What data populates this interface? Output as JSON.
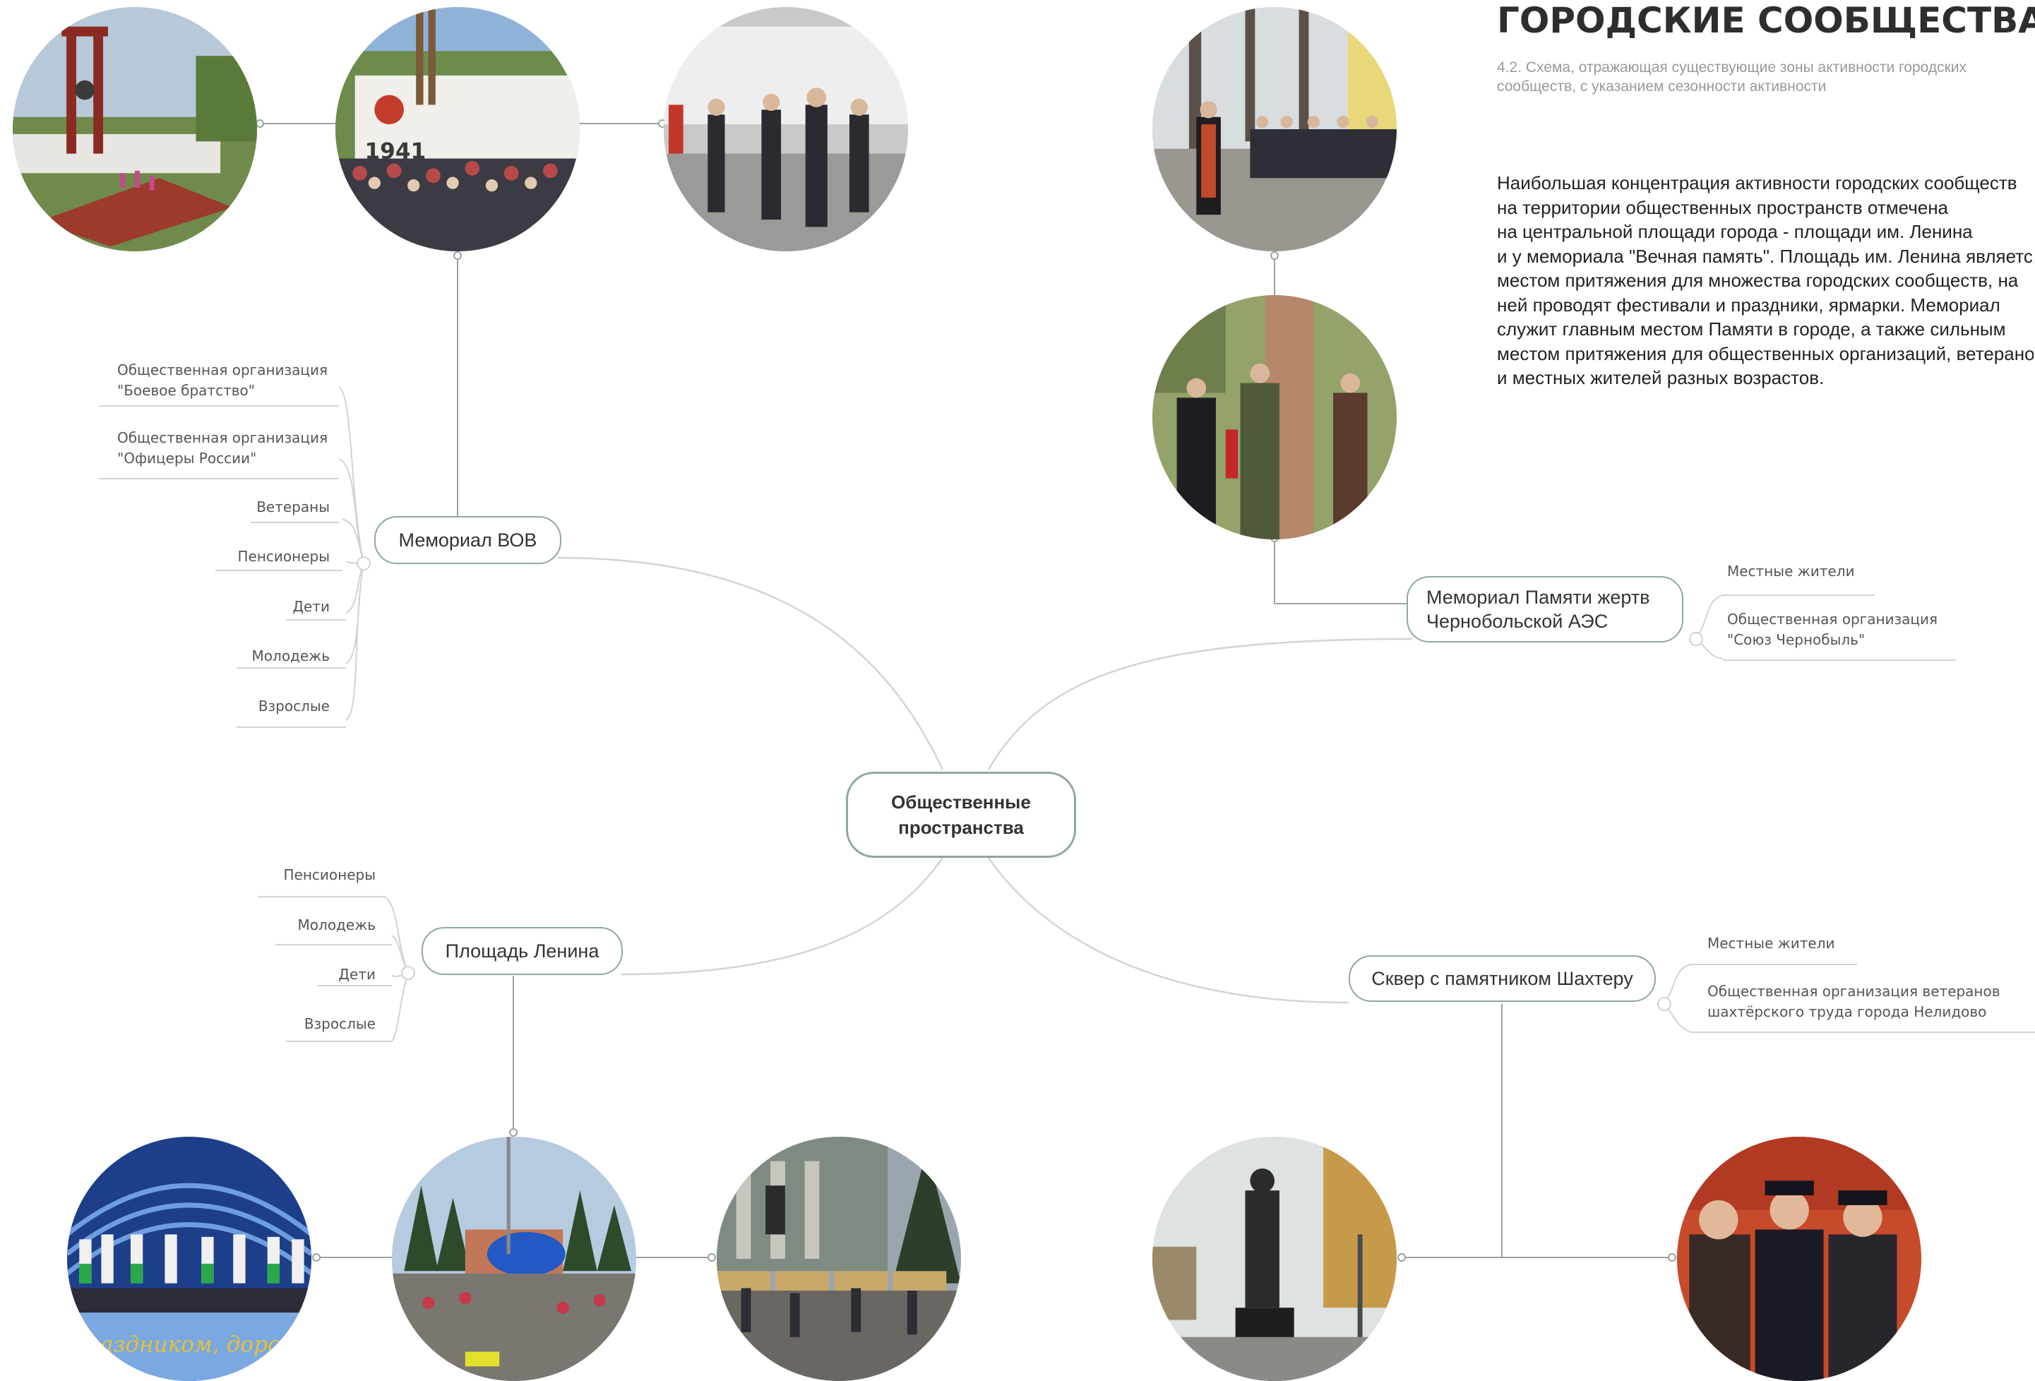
{
  "header": {
    "title": "ГОРОДСКИЕ СООБЩЕСТВА",
    "subtitle_lines": [
      "4.2. Схема, отражающая существующие зоны активности городских",
      "сообществ, с указанием сезонности активности"
    ]
  },
  "description_lines": [
    "Наибольшая концентрация активности городских сообществ",
    "на территории общественных пространств отмечена",
    "на центральной площади города - площади им. Ленина",
    "и у мемориала \"Вечная память\". Площадь им. Ленина является",
    "местом притяжения для множества городских сообществ, на",
    "ней проводят фестивали и праздники, ярмарки. Мемориал",
    "служит главным местом Памяти в городе, а также сильным",
    "местом притяжения для общественных организаций, ветеранов",
    "и местных жителей разных возрастов."
  ],
  "mindmap": {
    "center_lines": [
      "Общественные",
      "пространства"
    ],
    "memorial_wov": {
      "label": "Мемориал ВОВ",
      "leaves": [
        [
          "Общественная организация",
          "\"Боевое братство\""
        ],
        [
          "Общественная организация",
          "\"Офицеры России\""
        ],
        [
          "Ветераны"
        ],
        [
          "Пенсионеры"
        ],
        [
          "Дети"
        ],
        [
          "Молодежь"
        ],
        [
          "Взрослые"
        ]
      ]
    },
    "chernobyl": {
      "label_lines": [
        "Мемориал Памяти жертв",
        "Чернобольской АЭС"
      ],
      "leaves": [
        [
          "Местные жители"
        ],
        [
          "Общественная организация",
          "\"Союз Чернобыль\""
        ]
      ]
    },
    "lenin_square": {
      "label": "Площадь Ленина",
      "leaves": [
        [
          "Пенсионеры"
        ],
        [
          "Молодежь"
        ],
        [
          "Дети"
        ],
        [
          "Взрослые"
        ]
      ]
    },
    "miner_square": {
      "label": "Сквер с памятником Шахтеру",
      "leaves": [
        [
          "Местные жители"
        ],
        [
          "Общественная организация ветеранов",
          "шахтёрского труда города Нелидово"
        ]
      ]
    }
  },
  "photo_texts": {
    "memorial_year": "1941",
    "concert_banner": "праздником, дорогие не"
  },
  "colors": {
    "accent_border": "#8fa99b",
    "connector_curve": "#d0d6d2",
    "connector_line": "#9aa39e",
    "leaf_line": "#cfd4d1"
  }
}
